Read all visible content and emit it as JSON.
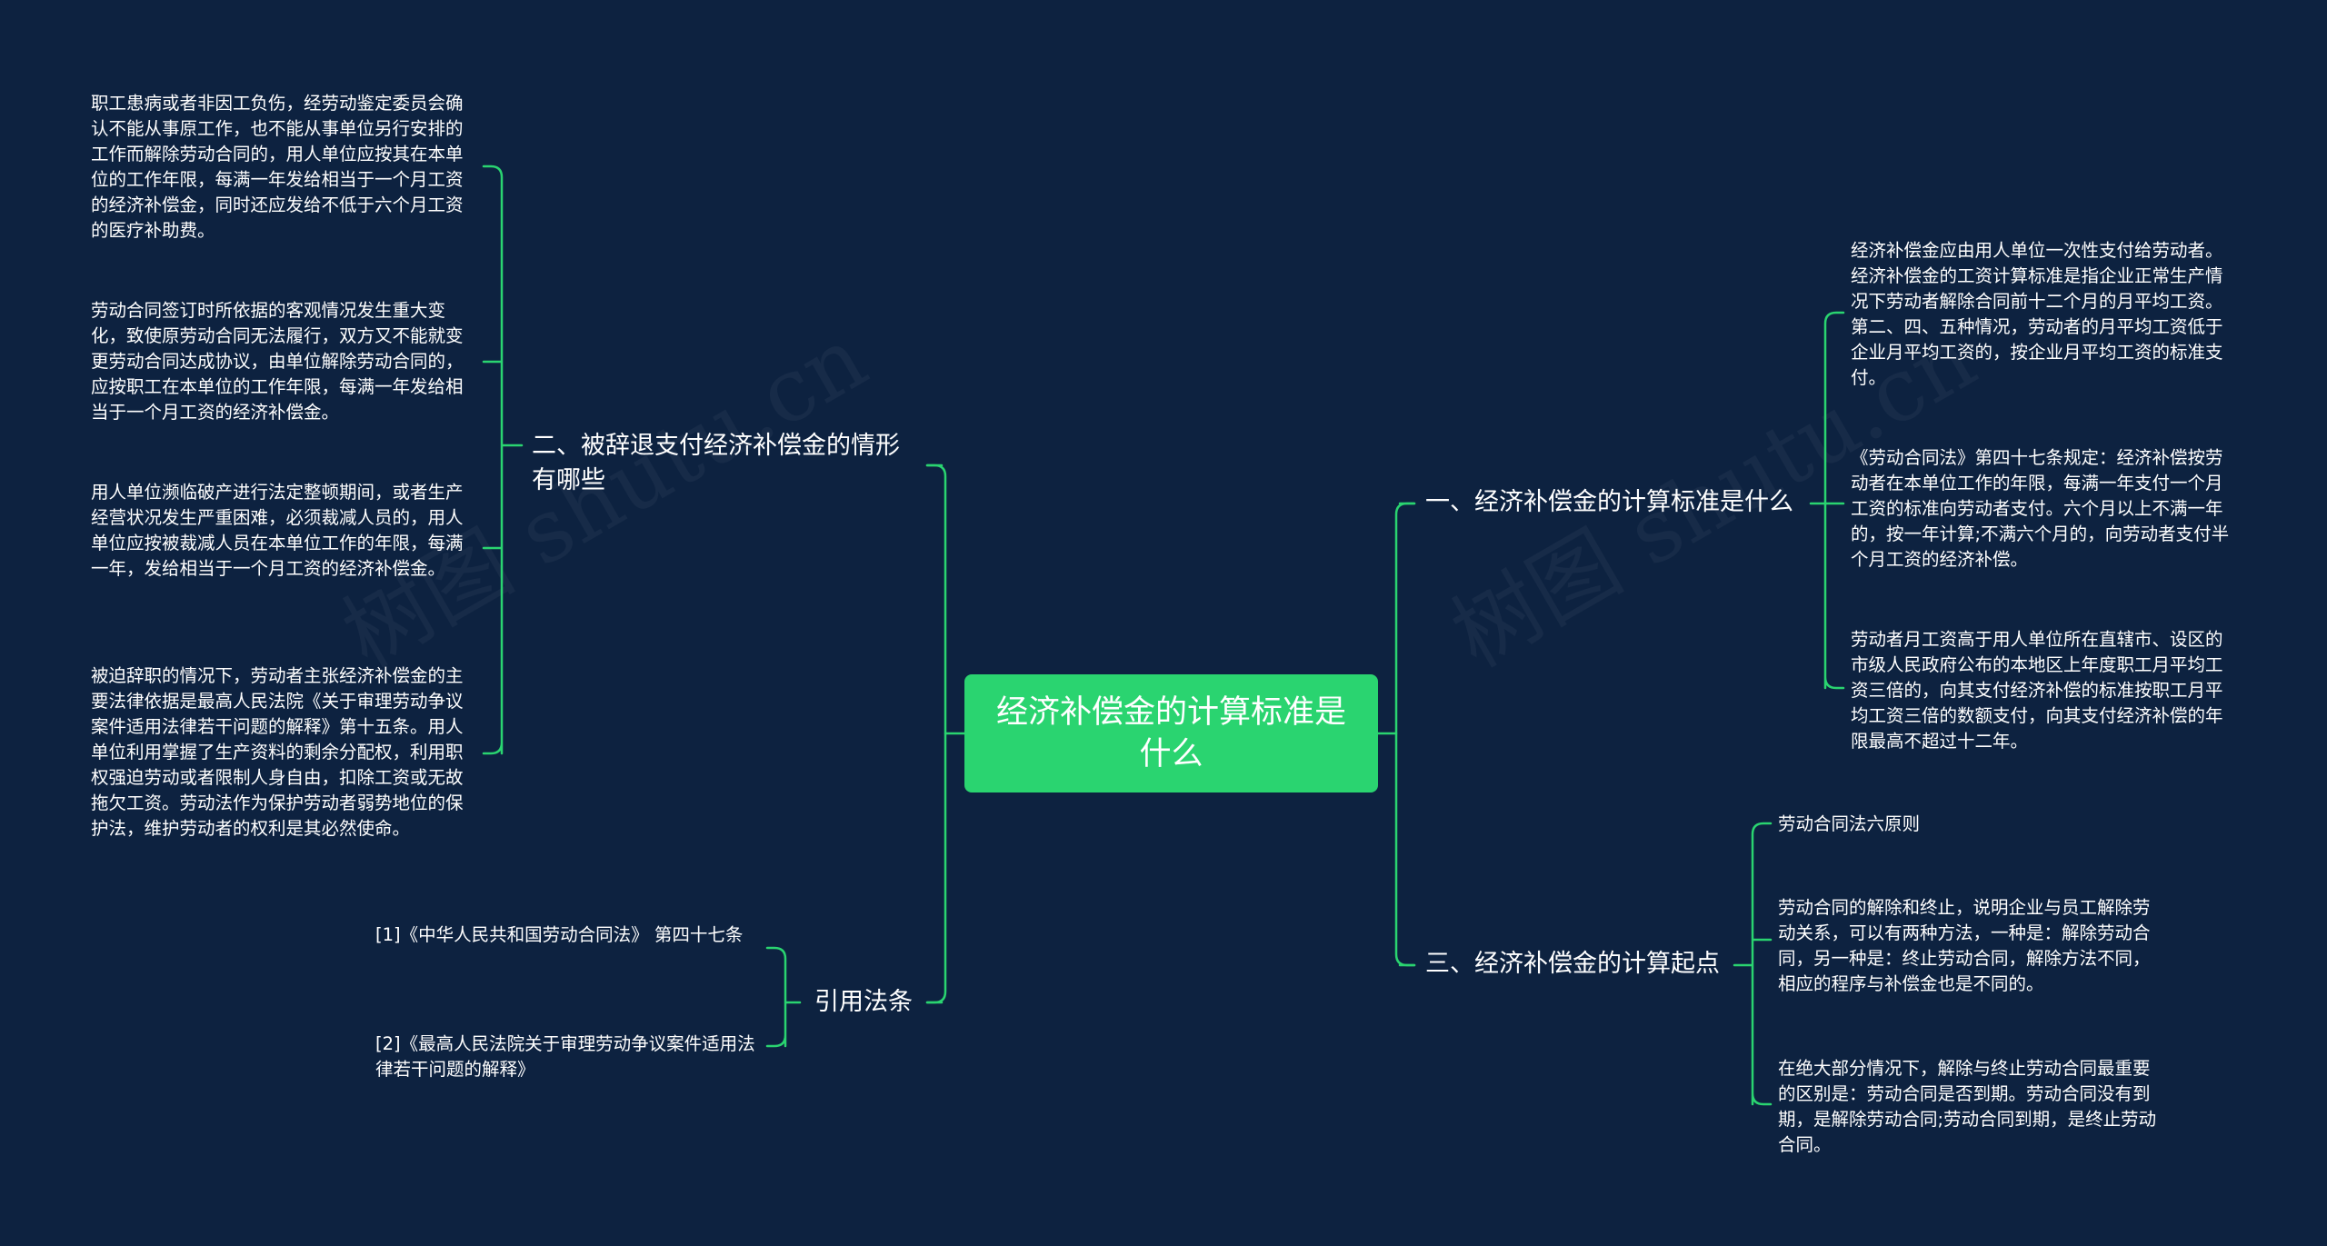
{
  "root": {
    "title": "经济补偿金的计算标准是什么"
  },
  "branches": {
    "left_top": {
      "title": "二、被辞退支付经济补偿金的情形有哪些",
      "leaves": [
        "职工患病或者非因工负伤，经劳动鉴定委员会确认不能从事原工作，也不能从事单位另行安排的工作而解除劳动合同的，用人单位应按其在本单位的工作年限，每满一年发给相当于一个月工资的经济补偿金，同时还应发给不低于六个月工资的医疗补助费。",
        "劳动合同签订时所依据的客观情况发生重大变化，致使原劳动合同无法履行，双方又不能就变更劳动合同达成协议，由单位解除劳动合同的，应按职工在本单位的工作年限，每满一年发给相当于一个月工资的经济补偿金。",
        "用人单位濒临破产进行法定整顿期间，或者生产经营状况发生严重困难，必须裁减人员的，用人单位应按被裁减人员在本单位工作的年限，每满一年，发给相当于一个月工资的经济补偿金。",
        "被迫辞职的情况下，劳动者主张经济补偿金的主要法律依据是最高人民法院《关于审理劳动争议案件适用法律若干问题的解释》第十五条。用人单位利用掌握了生产资料的剩余分配权，利用职权强迫劳动或者限制人身自由，扣除工资或无故拖欠工资。劳动法作为保护劳动者弱势地位的保护法，维护劳动者的权利是其必然使命。"
      ]
    },
    "left_bottom": {
      "title": "引用法条",
      "leaves": [
        "[1]《中华人民共和国劳动合同法》 第四十七条",
        "[2]《最高人民法院关于审理劳动争议案件适用法律若干问题的解释》"
      ]
    },
    "right_top": {
      "title": "一、经济补偿金的计算标准是什么",
      "leaves": [
        "经济补偿金应由用人单位一次性支付给劳动者。经济补偿金的工资计算标准是指企业正常生产情况下劳动者解除合同前十二个月的月平均工资。第二、四、五种情况，劳动者的月平均工资低于企业月平均工资的，按企业月平均工资的标准支付。",
        "《劳动合同法》第四十七条规定：经济补偿按劳动者在本单位工作的年限，每满一年支付一个月工资的标准向劳动者支付。六个月以上不满一年的，按一年计算;不满六个月的，向劳动者支付半个月工资的经济补偿。",
        "劳动者月工资高于用人单位所在直辖市、设区的市级人民政府公布的本地区上年度职工月平均工资三倍的，向其支付经济补偿的标准按职工月平均工资三倍的数额支付，向其支付经济补偿的年限最高不超过十二年。"
      ]
    },
    "right_bottom": {
      "title": "三、经济补偿金的计算起点",
      "leaves": [
        "劳动合同法六原则",
        "劳动合同的解除和终止，说明企业与员工解除劳动关系，可以有两种方法，一种是：解除劳动合同，另一种是：终止劳动合同，解除方法不同，相应的程序与补偿金也是不同的。",
        "在绝大部分情况下，解除与终止劳动合同最重要的区别是：劳动合同是否到期。劳动合同没有到期，是解除劳动合同;劳动合同到期，是终止劳动合同。"
      ]
    }
  },
  "colors": {
    "background": "#0d2240",
    "root_fill": "#2ad470",
    "connector": "#2ad470",
    "text": "#ffffff"
  }
}
